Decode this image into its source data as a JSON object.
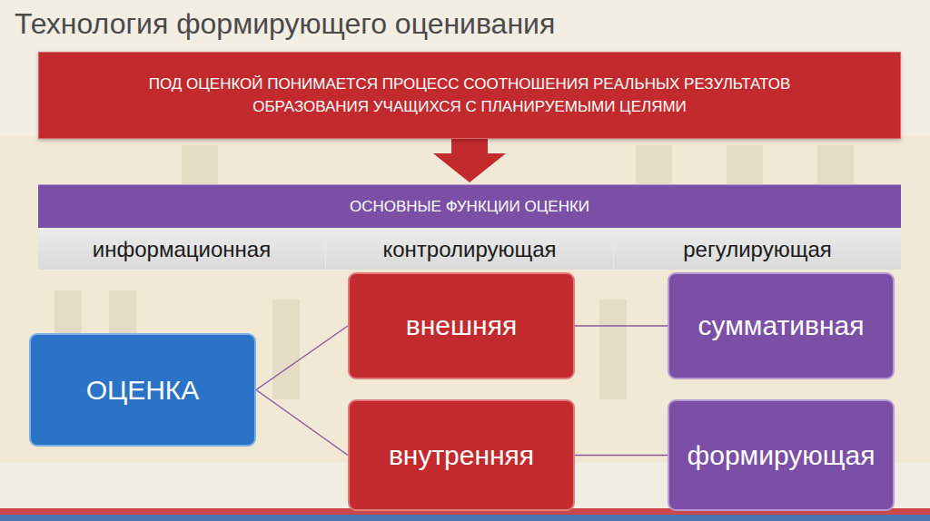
{
  "diagram": {
    "title": "Технология формирующего оценивания",
    "nodes": [
      {
        "text": [
          "ПОД ОЦЕНКОЙ ПОНИМАЕТСЯ ПРОЦЕСС СООТНОШЕНИЯ РЕАЛЬНЫХ РЕЗУЛЬТАТОВ ОБРАЗОВАНИЯ УЧАЩИХСЯ С ПЛАНИРУЕМЫМИ ЦЕЛЯМИ"
        ]
      },
      {
        "text": [
          "ОСНОВНЫЕ ФУНКЦИИ ОЦЕНКИ"
        ]
      },
      {
        "text": [
          "информационная"
        ],
        "in": 1
      },
      {
        "text": [
          "контролирующая"
        ],
        "in": 1
      },
      {
        "text": [
          "регулирующая"
        ],
        "in": 1
      },
      {
        "text": [
          "ОЦЕНКА"
        ]
      },
      {
        "text": [
          "внешняя"
        ]
      },
      {
        "text": [
          "внутренняя"
        ]
      },
      {
        "text": [
          "суммативная"
        ]
      },
      {
        "text": [
          "формирующая"
        ]
      }
    ],
    "edges": [
      {
        "from": 0,
        "to": 1,
        "arrow": "to"
      },
      {
        "from": 5,
        "to": 6,
        "arrow": "none"
      },
      {
        "from": 5,
        "to": 7,
        "arrow": "none"
      },
      {
        "from": 6,
        "to": 8,
        "arrow": "none"
      },
      {
        "from": 7,
        "to": 9,
        "arrow": "none"
      }
    ]
  }
}
